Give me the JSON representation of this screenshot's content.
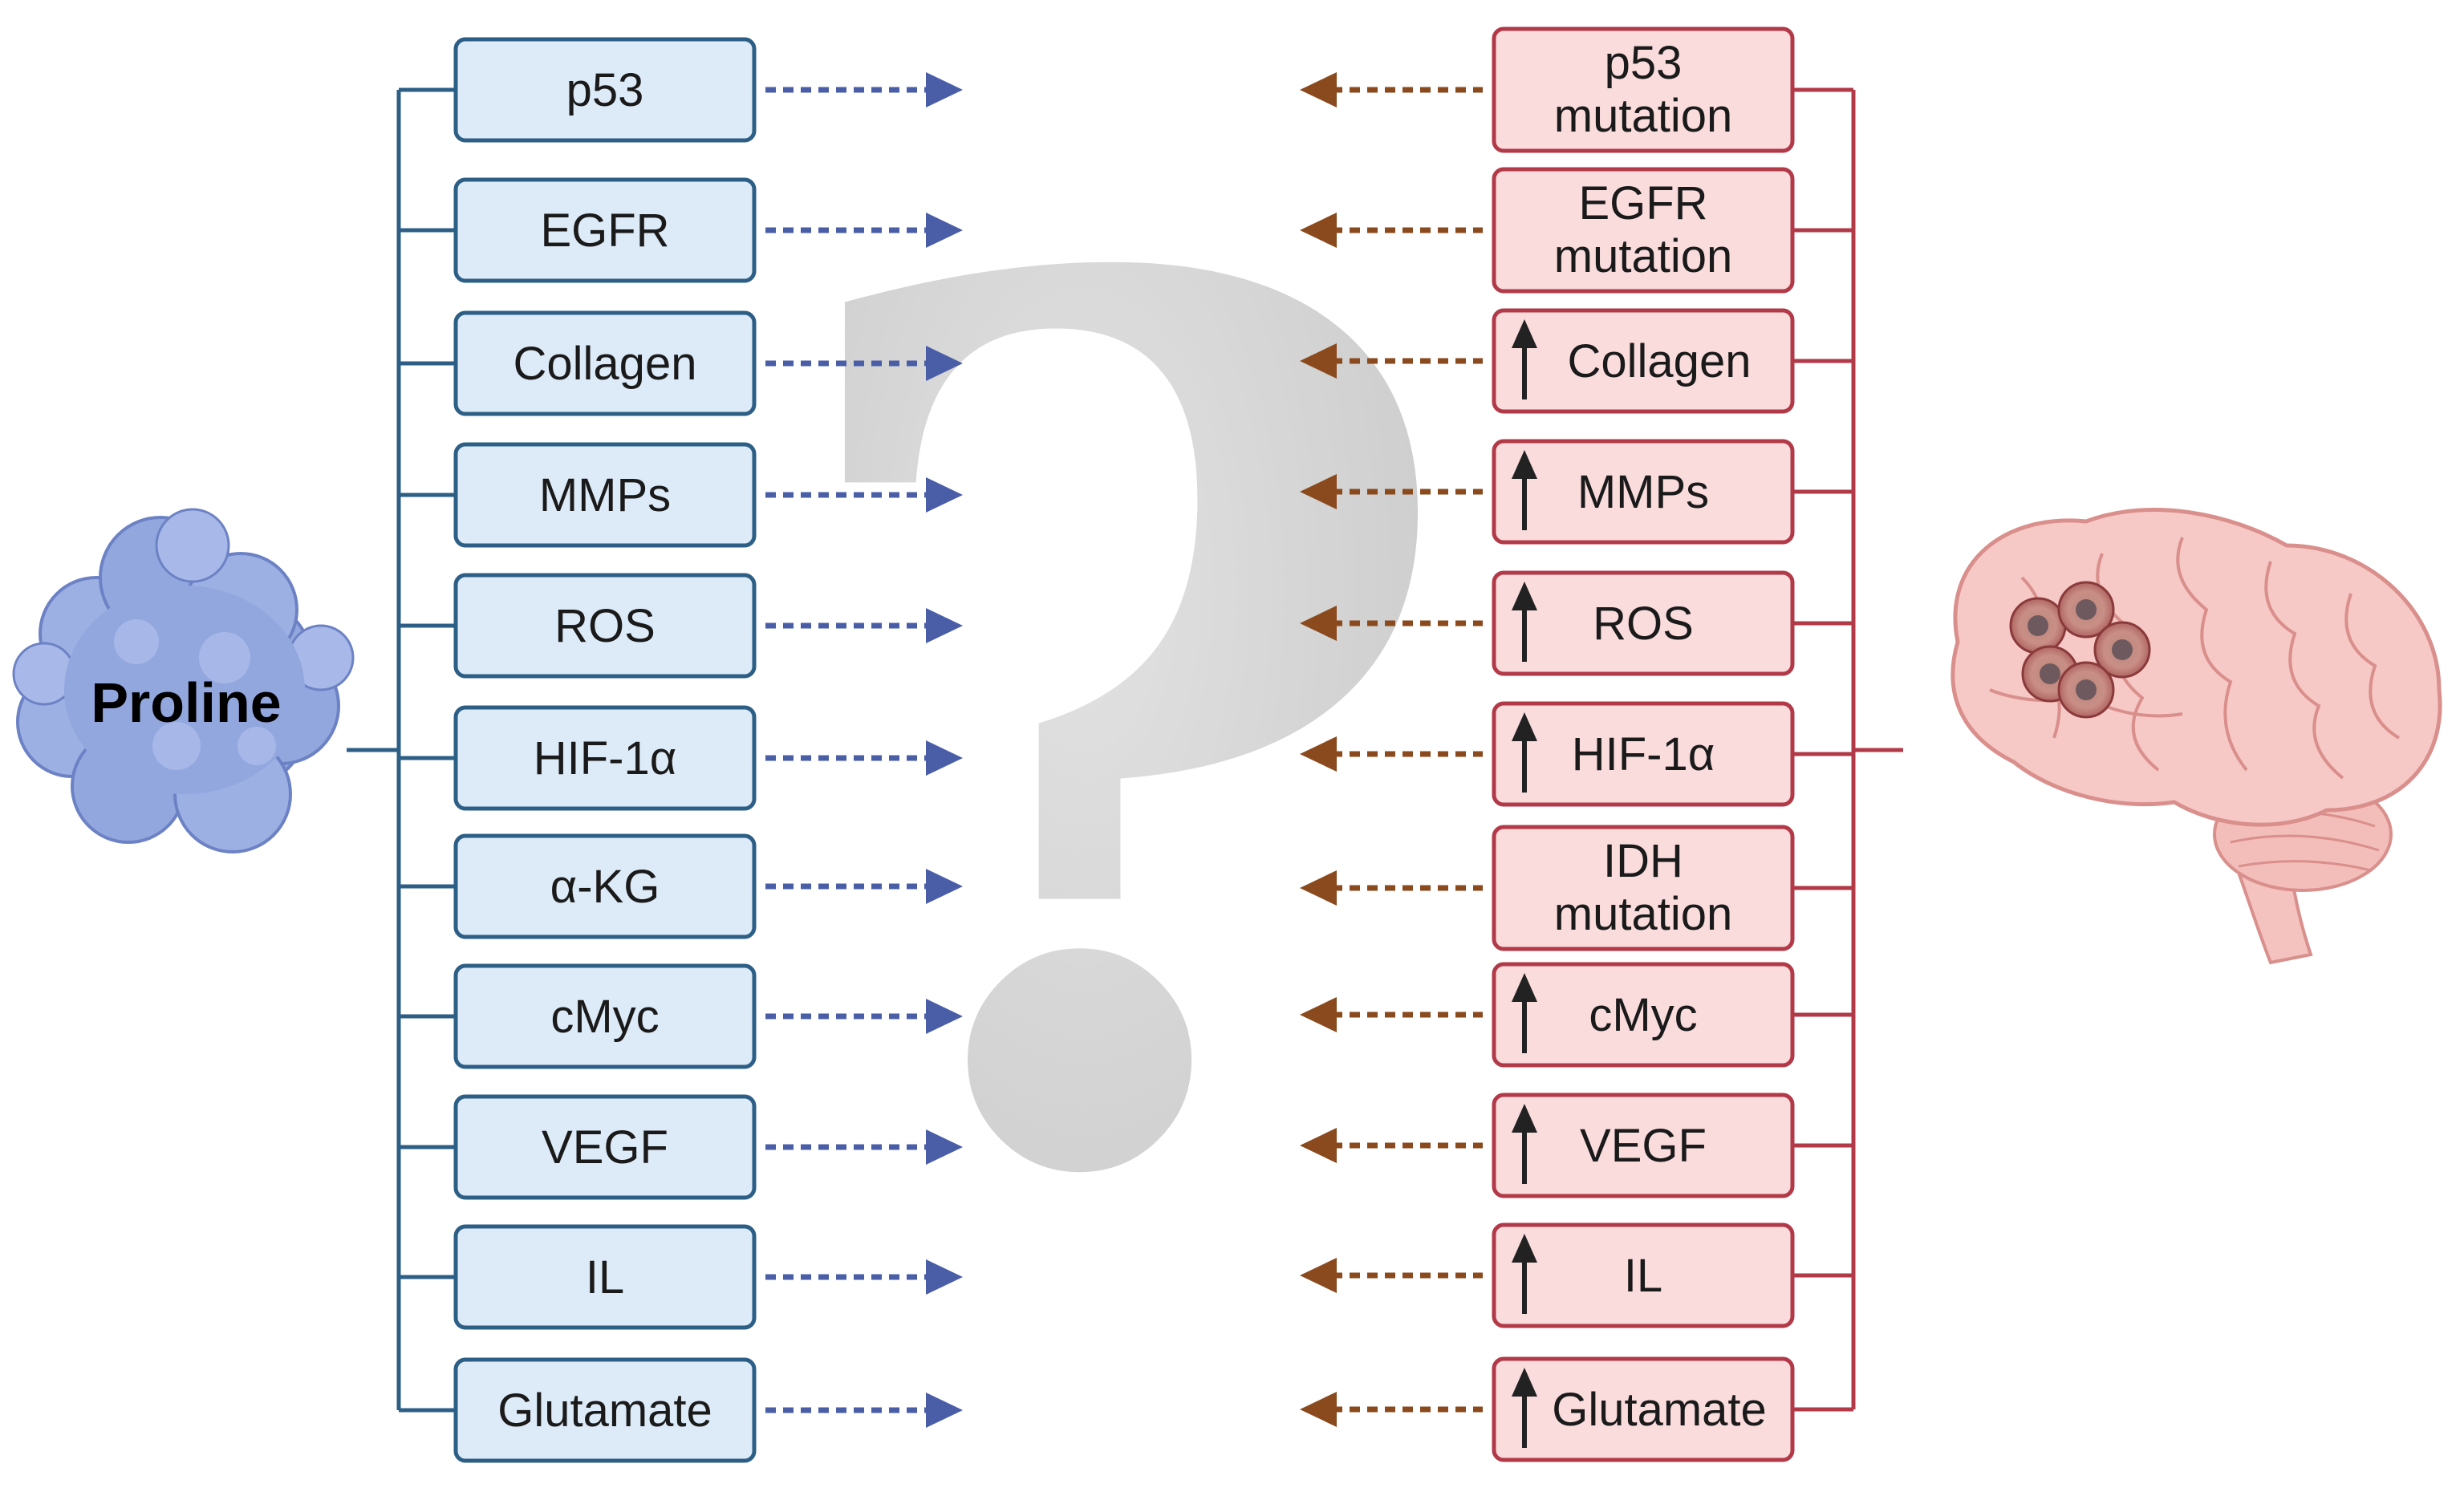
{
  "source": {
    "label": "Proline"
  },
  "left_column": {
    "items": [
      "p53",
      "EGFR",
      "Collagen",
      "MMPs",
      "ROS",
      "HIF-1α",
      "α-KG",
      "cMyc",
      "VEGF",
      "IL",
      "Glutamate"
    ]
  },
  "right_column": {
    "items": [
      {
        "lines": [
          "p53",
          "mutation"
        ],
        "up_arrow": false
      },
      {
        "lines": [
          "EGFR",
          "mutation"
        ],
        "up_arrow": false
      },
      {
        "lines": [
          "Collagen"
        ],
        "up_arrow": true
      },
      {
        "lines": [
          "MMPs"
        ],
        "up_arrow": true
      },
      {
        "lines": [
          "ROS"
        ],
        "up_arrow": true
      },
      {
        "lines": [
          "HIF-1α"
        ],
        "up_arrow": true
      },
      {
        "lines": [
          "IDH",
          "mutation"
        ],
        "up_arrow": false
      },
      {
        "lines": [
          "cMyc"
        ],
        "up_arrow": true
      },
      {
        "lines": [
          "VEGF"
        ],
        "up_arrow": true
      },
      {
        "lines": [
          "IL"
        ],
        "up_arrow": true
      },
      {
        "lines": [
          "Glutamate"
        ],
        "up_arrow": true
      }
    ]
  },
  "center_mark": {
    "glyph": "?"
  },
  "icons": {
    "source": "protein-blob-icon",
    "target": "brain-tumor-icon"
  },
  "colors": {
    "left_fill": "#ddeaf8",
    "left_stroke": "#2d5f86",
    "left_arrow": "#4a5ea8",
    "right_fill": "#fadcdd",
    "right_stroke": "#b23a48",
    "right_arrow": "#8a4a1e",
    "question_mark": "#d3d3d3",
    "protein": "#93a7df",
    "brain": "#f6c9c6"
  }
}
